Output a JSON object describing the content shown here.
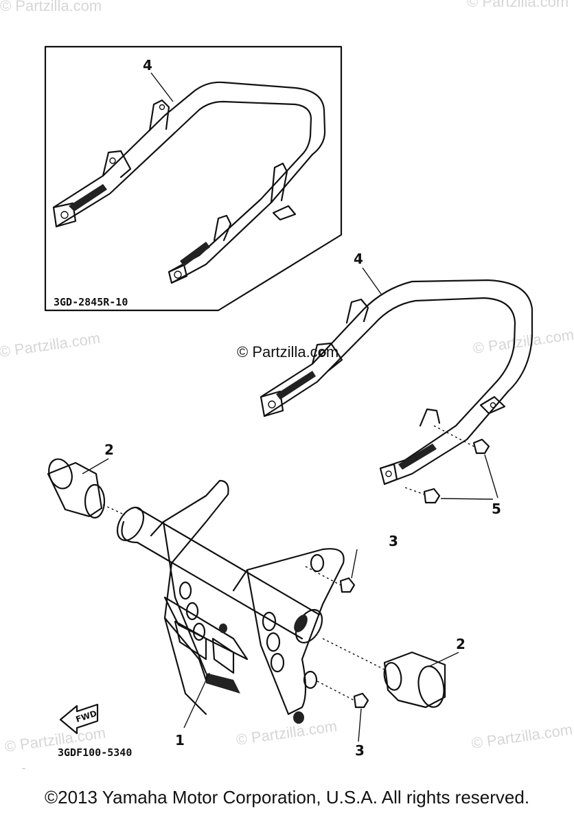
{
  "watermarks": [
    "© Partzilla.com",
    "© Partzilla.com",
    "© Partzilla.com",
    "© Partzilla.com",
    "© Partzilla.com",
    "© Partzilla.com",
    "© Partzilla.com"
  ],
  "inset": {
    "code": "3GD-2845R-10",
    "callout": "4"
  },
  "callouts": {
    "guard_rail": "4",
    "bolt_pair": "5",
    "bumper_end_left": "2",
    "bumper_end_right": "2",
    "bolt_top": "3",
    "bolt_bottom": "3",
    "bracket": "1"
  },
  "fwd_label": "FWD",
  "drawing_code": "3GDF100-5340",
  "copyright": "©2013 Yamaha Motor Corporation, U.S.A. All rights reserved."
}
